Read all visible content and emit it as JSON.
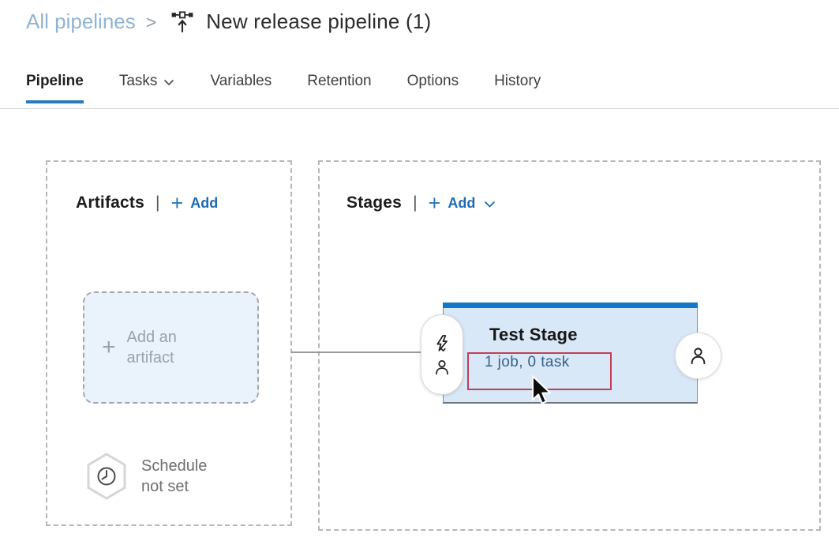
{
  "breadcrumb": {
    "parent": "All pipelines",
    "separator": ">",
    "title": "New release pipeline (1)"
  },
  "tabs": [
    {
      "label": "Pipeline",
      "active": true
    },
    {
      "label": "Tasks",
      "active": false,
      "has_dropdown": true
    },
    {
      "label": "Variables",
      "active": false
    },
    {
      "label": "Retention",
      "active": false
    },
    {
      "label": "Options",
      "active": false
    },
    {
      "label": "History",
      "active": false
    }
  ],
  "artifacts": {
    "title": "Artifacts",
    "divider": "|",
    "plus": "+",
    "add_button": "Add",
    "dropzone_label": "Add an artifact",
    "schedule_label": "Schedule not set"
  },
  "stages": {
    "title": "Stages",
    "divider": "|",
    "plus": "+",
    "add_button": "Add",
    "stage": {
      "name": "Test Stage",
      "jobs_link": "1 job, 0 task"
    }
  },
  "icons": {
    "breadcrumb_icon": "release-pipeline-icon",
    "tasks_tab": "chevron-down-icon",
    "add_stage": "chevron-down-icon",
    "artifact_add": "plus-icon",
    "pre_deployment_top": "lightning-icon",
    "pre_deployment_bottom": "person-icon",
    "post_deployment": "person-icon",
    "schedule_badge": "hexagon-clock-icon",
    "pointer": "mouse-cursor-icon"
  },
  "colors": {
    "accent_blue": "#2a7ab9",
    "link_blue": "#1d6cb2",
    "stage_header_blue": "#1277c7",
    "stage_fill": "#d9e8f7",
    "annotation_red": "#c13e58",
    "breadcrumb_blue": "#8fb4d3",
    "muted_gray": "#9aa1a8"
  }
}
